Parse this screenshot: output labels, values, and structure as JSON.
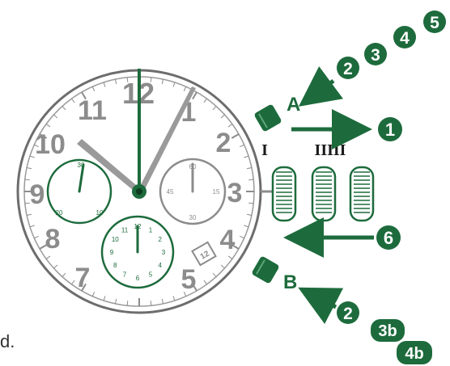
{
  "colors": {
    "green": "#1d6b3c",
    "gray": "#8c8c8c",
    "dark": "#1a1a1a"
  },
  "dial": {
    "hour_numerals": [
      "12",
      "1",
      "2",
      "3",
      "4",
      "5",
      "7",
      "8",
      "9",
      "10",
      "11"
    ],
    "left_subdial_labels": [
      "30",
      "10",
      "20"
    ],
    "right_subdial_labels": [
      "60",
      "15",
      "30",
      "45"
    ],
    "bottom_subdial_labels": [
      "12",
      "1",
      "2",
      "3",
      "4",
      "5",
      "6",
      "7",
      "8",
      "9",
      "10",
      "11"
    ],
    "date_window": "12"
  },
  "crown_positions": {
    "position_1": "I",
    "position_2": "IIIII"
  },
  "pushers": {
    "top": "A",
    "bottom": "B"
  },
  "steps": {
    "top_sequence": [
      "2",
      "3",
      "4",
      "5"
    ],
    "crown_pull": "1",
    "crown_push": "6",
    "bottom_sequence": [
      "2",
      "3b",
      "4b"
    ]
  },
  "edge_text": "d."
}
